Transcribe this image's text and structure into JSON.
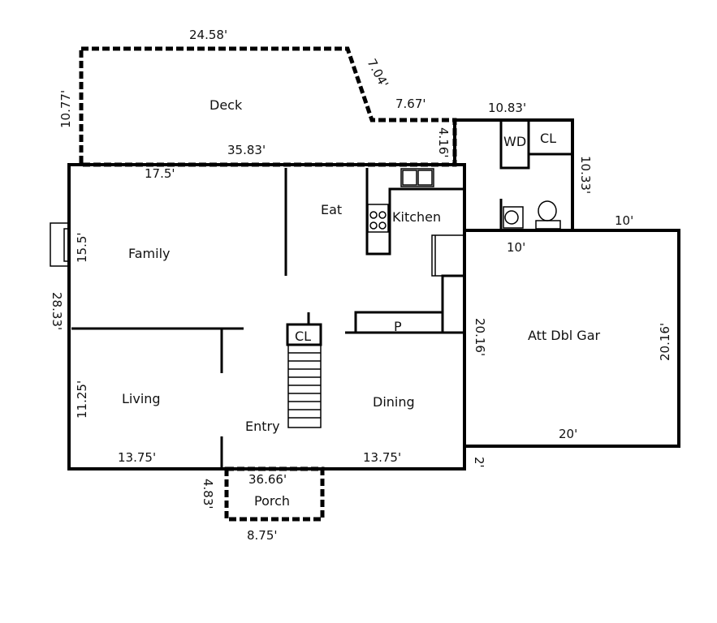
{
  "rooms": {
    "deck": "Deck",
    "family": "Family",
    "eat": "Eat",
    "kitchen": "Kitchen",
    "wd": "WD",
    "utility_closet": "CL",
    "entry_closet": "CL",
    "pantry": "P",
    "garage": "Att Dbl Gar",
    "living": "Living",
    "entry": "Entry",
    "dining": "Dining",
    "porch": "Porch"
  },
  "dimensions": {
    "deck_top": "24.58'",
    "deck_left": "10.77'",
    "deck_angle": "7.04'",
    "deck_step": "7.67'",
    "deck_bottom": "35.83'",
    "deck_right": "4.16'",
    "utility_top": "10.83'",
    "utility_right": "10.33'",
    "garage_top_right": "10'",
    "garage_top_left": "10'",
    "family_top": "17.5'",
    "family_left": "15.5'",
    "house_left": "28.33'",
    "garage_left": "20.16'",
    "garage_right": "20.16'",
    "garage_bottom": "20'",
    "living_left": "11.25'",
    "living_bottom": "13.75'",
    "dining_bottom": "13.75'",
    "house_bottom": "36.66'",
    "garage_offset": "2'",
    "porch_left": "4.83'",
    "porch_bottom": "8.75'"
  }
}
